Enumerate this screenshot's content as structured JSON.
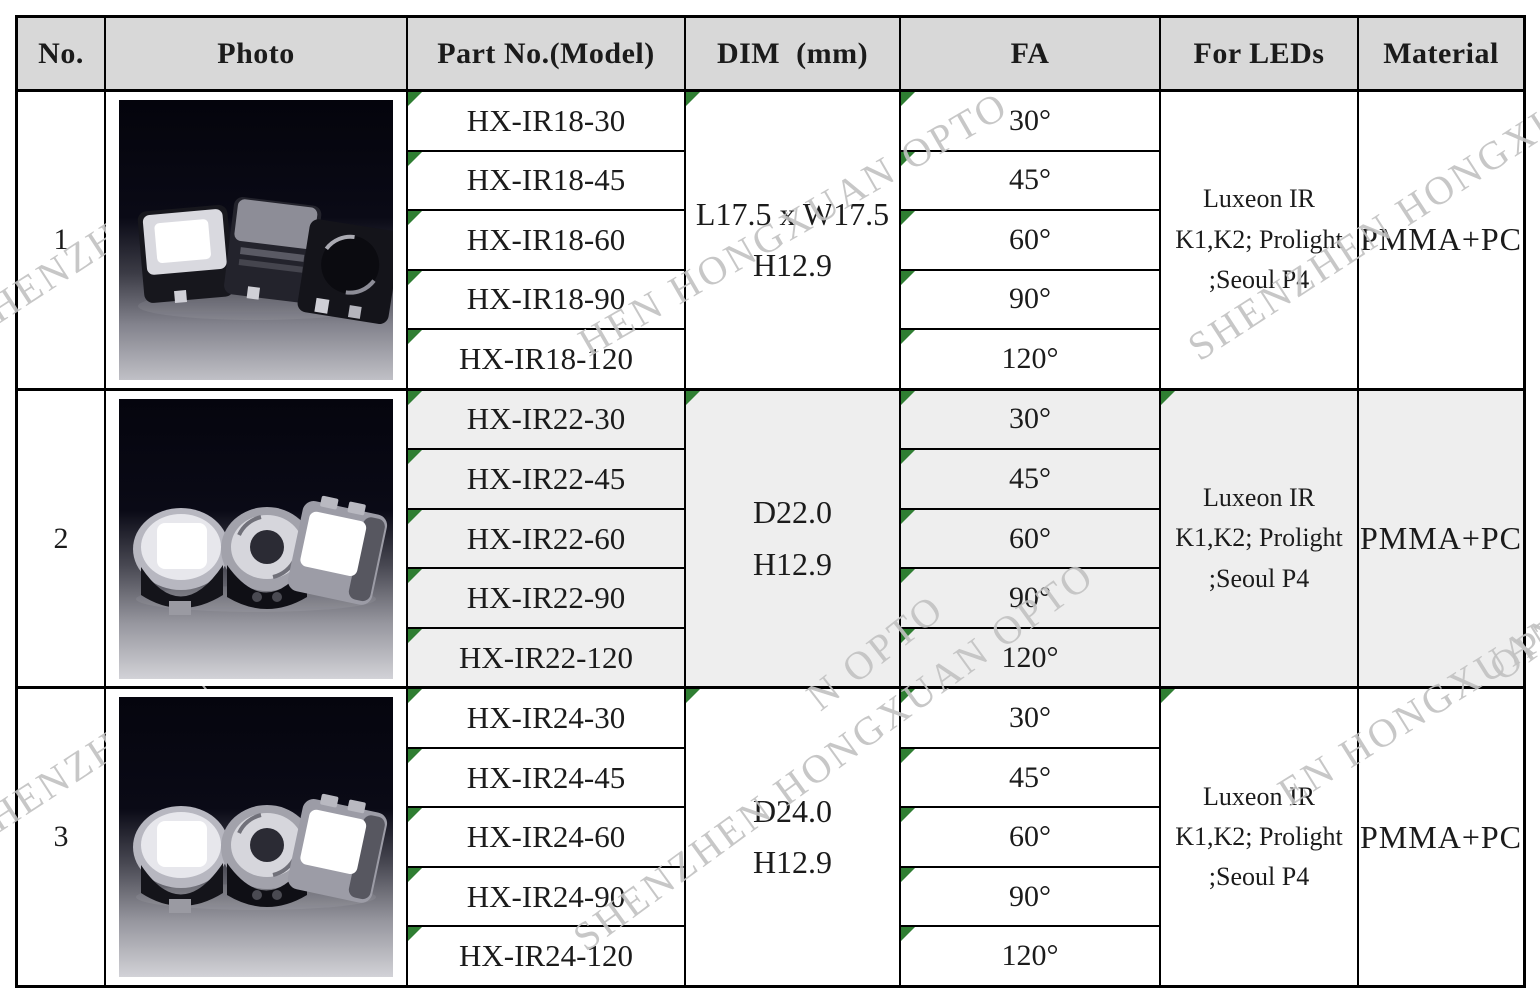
{
  "colors": {
    "header_bg": "#d8d8d8",
    "row_shade": "#eeeeee",
    "marker_green": "#2f7e32",
    "watermark_gray": "#c2c2c2",
    "text_ink": "#1b1b1b",
    "table_border": "#000000"
  },
  "header": {
    "no": "No.",
    "photo": "Photo",
    "part": "Part No.(Model)",
    "dim": "DIM  (mm)",
    "fa": "FA",
    "leds": "For LEDs",
    "material": "Material"
  },
  "groups": [
    {
      "no": "1",
      "photo": "square-lens-modules",
      "parts": [
        "HX-IR18-30",
        "HX-IR18-45",
        "HX-IR18-60",
        "HX-IR18-90",
        "HX-IR18-120"
      ],
      "dim_line1": "L17.5 x W17.5",
      "dim_line2": "H12.9",
      "fa": [
        "30°",
        "45°",
        "60°",
        "90°",
        "120°"
      ],
      "leds_line1": "Luxeon IR",
      "leds_line2": "K1,K2; Prolight",
      "leds_line3": ";Seoul P4",
      "material": "PMMA+PC"
    },
    {
      "no": "2",
      "photo": "round-lens-modules",
      "parts": [
        "HX-IR22-30",
        "HX-IR22-45",
        "HX-IR22-60",
        "HX-IR22-90",
        "HX-IR22-120"
      ],
      "dim_line1": "D22.0",
      "dim_line2": "H12.9",
      "fa": [
        "30°",
        "45°",
        "60°",
        "90°",
        "120°"
      ],
      "leds_line1": "Luxeon IR",
      "leds_line2": "K1,K2; Prolight",
      "leds_line3": ";Seoul P4",
      "material": "PMMA+PC"
    },
    {
      "no": "3",
      "photo": "round-lens-modules",
      "parts": [
        "HX-IR24-30",
        "HX-IR24-45",
        "HX-IR24-60",
        "HX-IR24-90",
        "HX-IR24-120"
      ],
      "dim_line1": "D24.0",
      "dim_line2": "H12.9",
      "fa": [
        "30°",
        "45°",
        "60°",
        "90°",
        "120°"
      ],
      "leds_line1": "Luxeon IR",
      "leds_line2": "K1,K2; Prolight",
      "leds_line3": ";Seoul P4",
      "material": "PMMA+PC"
    }
  ],
  "watermark": {
    "text": "SHENZHEN HONGXUAN OPTO",
    "fragments": [
      {
        "text": "SHENZHEN"
      },
      {
        "text": "HEN HONGXUAN OPTO"
      },
      {
        "text": "SHENZHEN HONGXUAN OPTO"
      },
      {
        "text": "N OPTO"
      },
      {
        "text": "N OPTO"
      },
      {
        "text": "SHENZHEN HONGXUAN OPTO"
      },
      {
        "text": "EN HONGXUAN OPTO"
      },
      {
        "text": "SHENZHEN"
      },
      {
        "text": "OPTO"
      }
    ]
  }
}
